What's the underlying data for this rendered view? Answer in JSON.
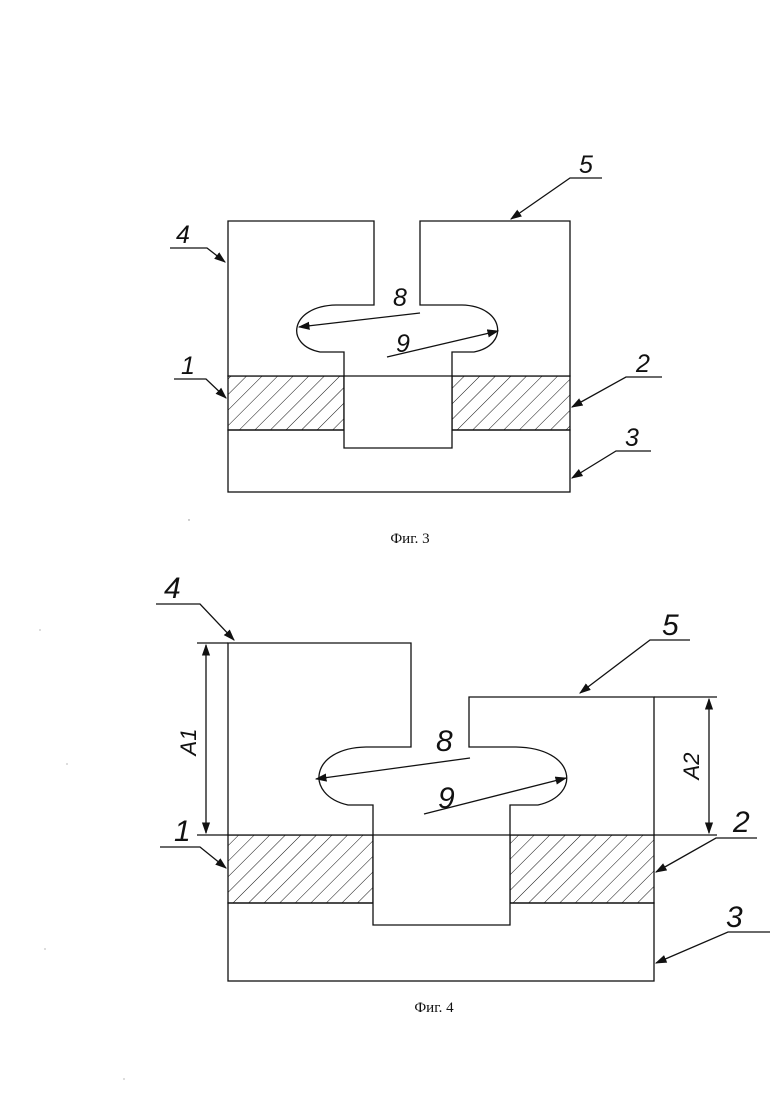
{
  "figure3": {
    "caption": "Фиг. 3",
    "labels": {
      "l1": "1",
      "l2": "2",
      "l3": "3",
      "l4": "4",
      "l5": "5",
      "l8": "8",
      "l9": "9"
    }
  },
  "figure4": {
    "caption": "Фиг. 4",
    "labels": {
      "l1": "1",
      "l2": "2",
      "l3": "3",
      "l4": "4",
      "l5": "5",
      "l8": "8",
      "l9": "9"
    },
    "dimensions": {
      "a1": "A1",
      "a2": "A2"
    }
  },
  "colors": {
    "line": "#111111",
    "background": "#ffffff"
  }
}
